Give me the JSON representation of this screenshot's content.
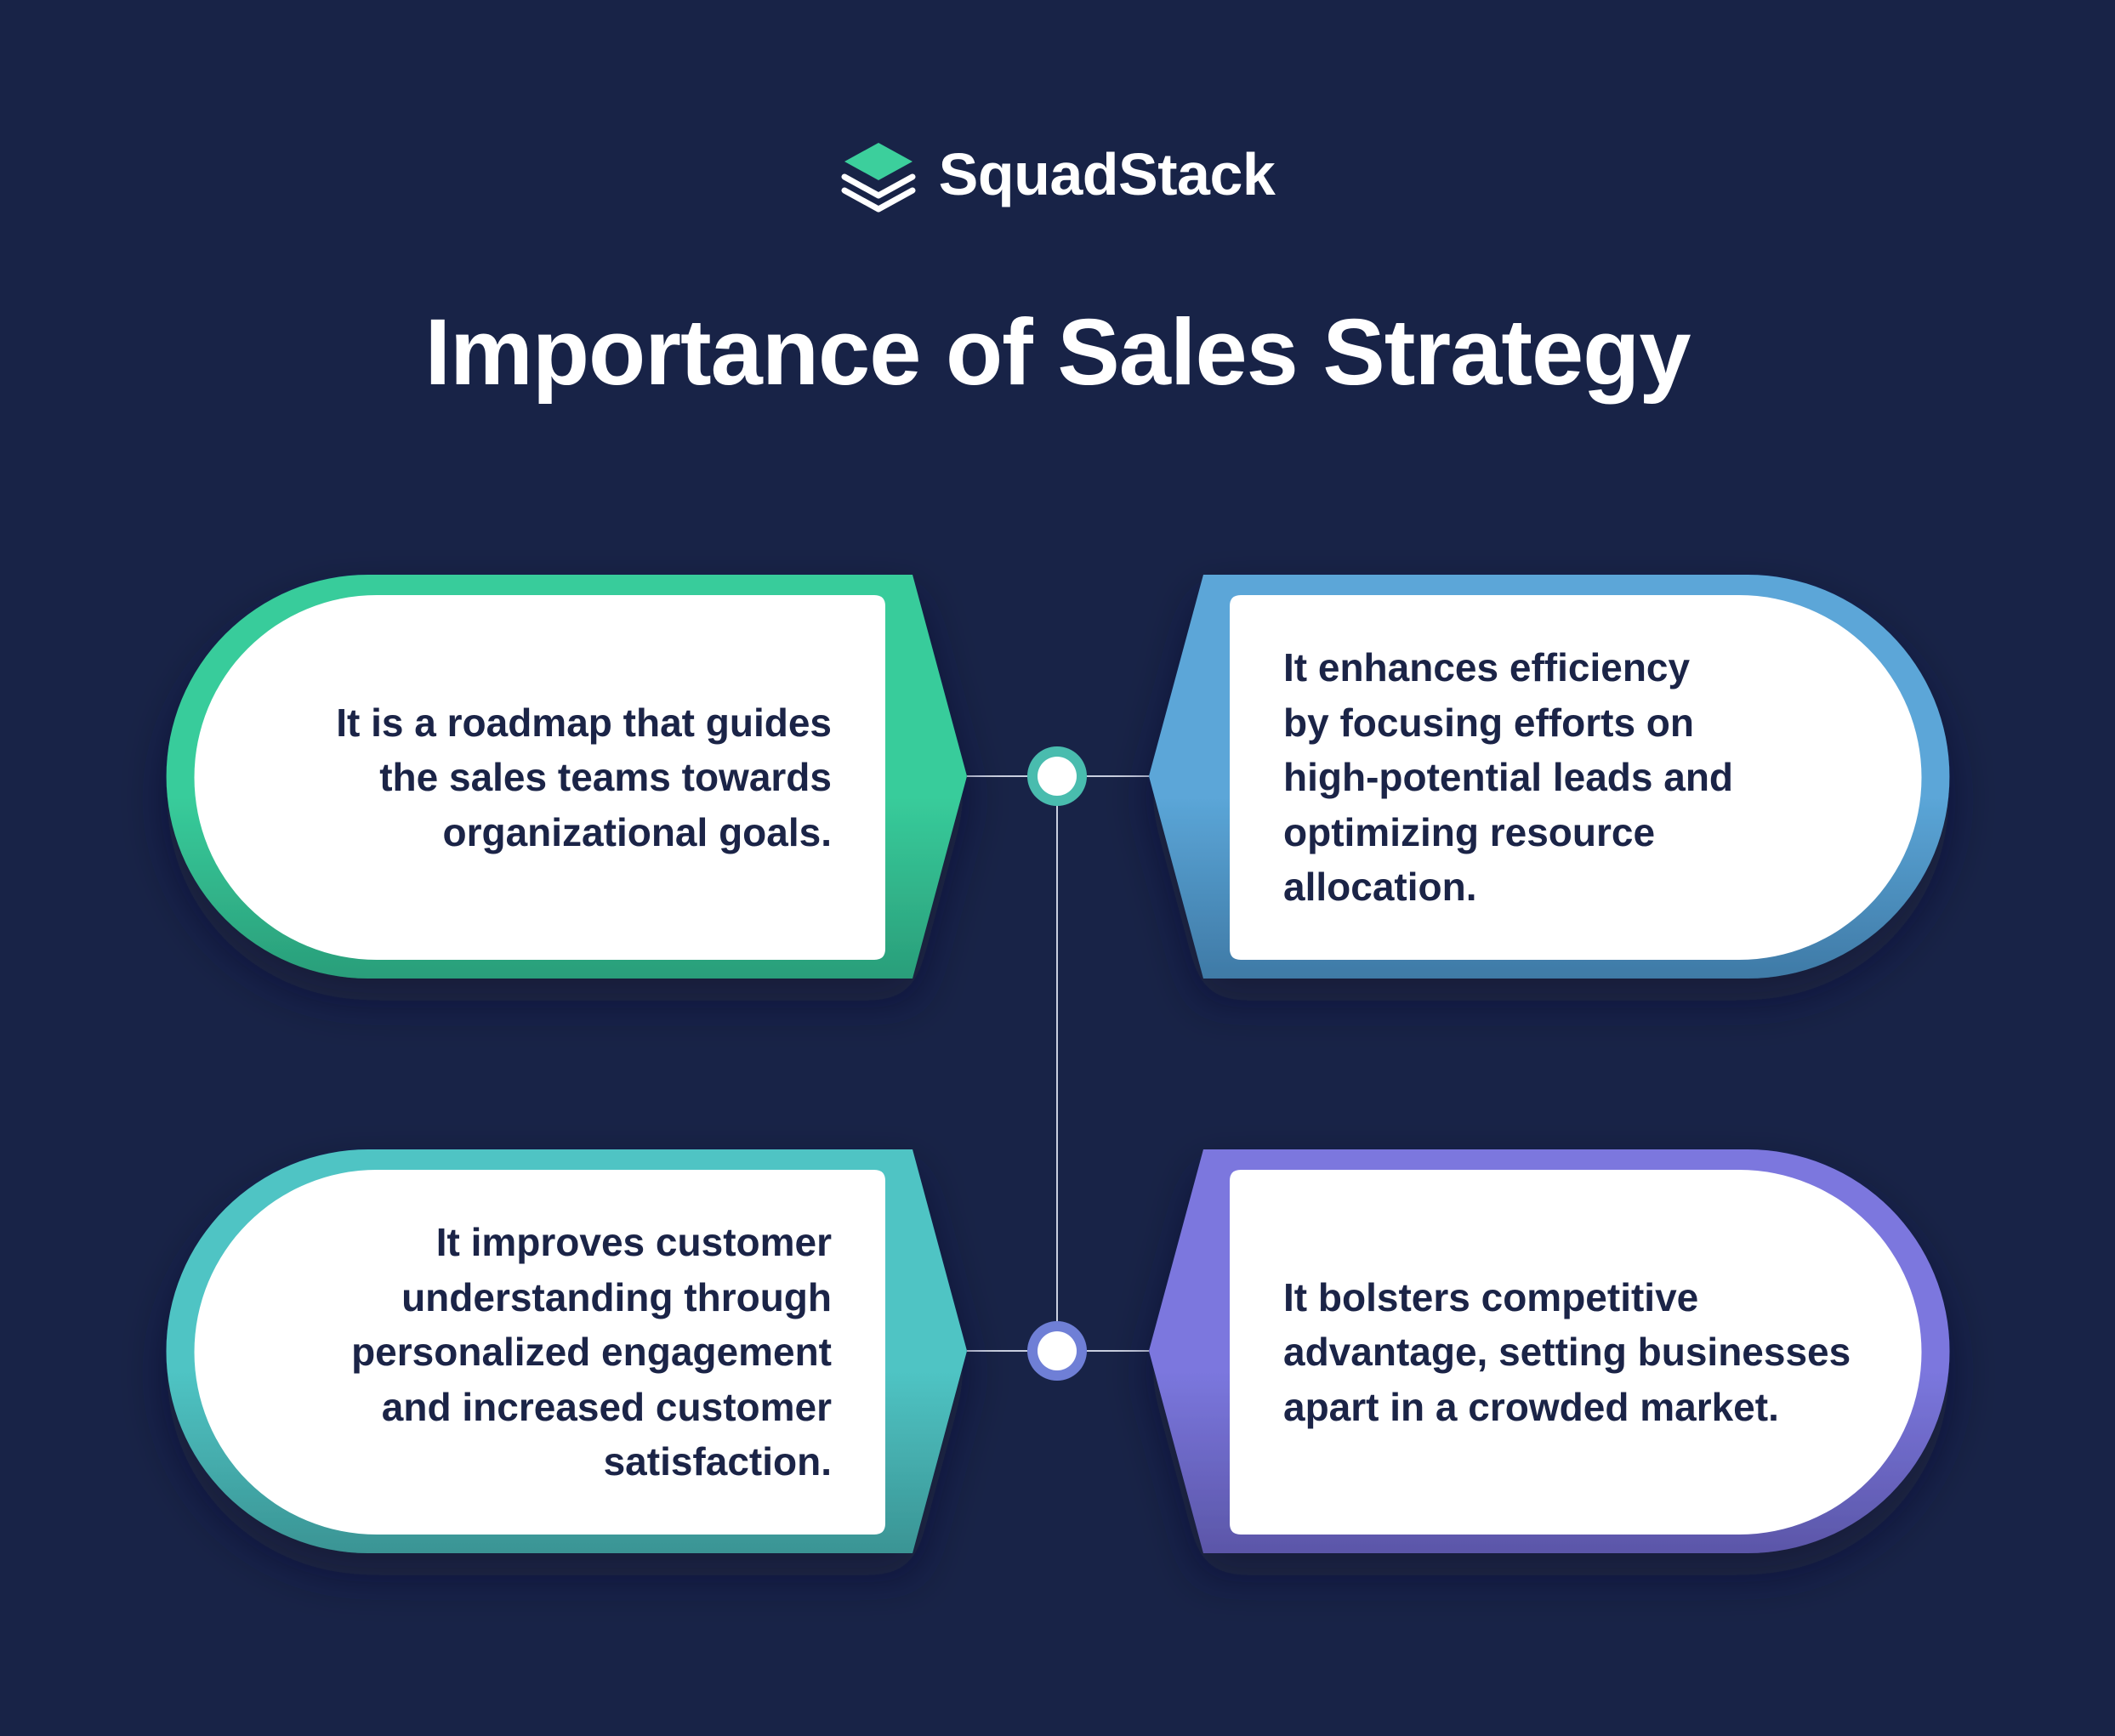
{
  "brand": {
    "name": "SquadStack",
    "logo_icon": "stacked-layers-icon",
    "logo_color": "#3ccf9c"
  },
  "title": "Importance of Sales Strategy",
  "colors": {
    "background": "#182347",
    "card_fill": "#ffffff",
    "text": "#1b2447",
    "connector": "#c9cfe0"
  },
  "cards": {
    "top_left": {
      "accent": "#38cc9b",
      "accent_dark": "#2a9e7a",
      "lines": [
        "It is a roadmap that guides",
        "the sales teams towards",
        "organizational goals."
      ]
    },
    "top_right": {
      "accent": "#5ba6d8",
      "accent_dark": "#3f7aa6",
      "lines": [
        "It enhances efficiency",
        "by focusing efforts on",
        "high-potential leads and",
        "optimizing resource",
        "allocation."
      ]
    },
    "bottom_left": {
      "accent": "#4fc4c4",
      "accent_dark": "#3a9494",
      "lines": [
        "It improves customer",
        "understanding through",
        "personalized engagement",
        "and increased customer",
        "satisfaction."
      ]
    },
    "bottom_right": {
      "accent": "#7b77de",
      "accent_dark": "#5b56a8",
      "lines": [
        "It bolsters competitive",
        "advantage, setting businesses",
        "apart in a crowded market."
      ]
    }
  },
  "nodes": {
    "top": {
      "ring": "#49bcae"
    },
    "bottom": {
      "ring": "#6f7fd6"
    }
  }
}
